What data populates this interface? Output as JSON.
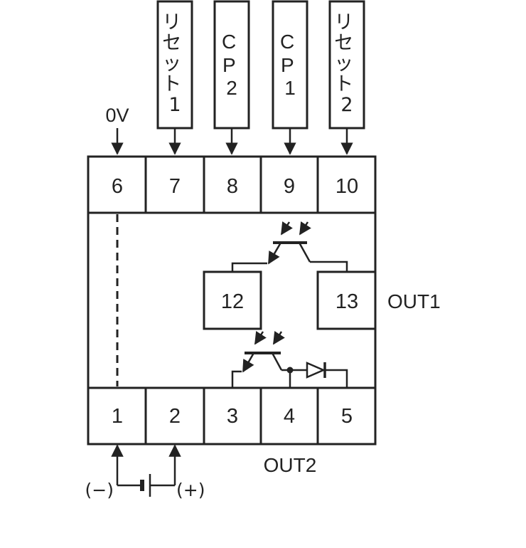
{
  "top_inputs": [
    {
      "lines": [
        "リ",
        "セ",
        "ッ",
        "ト",
        "1"
      ]
    },
    {
      "lines": [
        "C",
        "P",
        "2"
      ]
    },
    {
      "lines": [
        "C",
        "P",
        "1"
      ]
    },
    {
      "lines": [
        "リ",
        "セ",
        "ッ",
        "ト",
        "2"
      ]
    }
  ],
  "zero_v_label": "0V",
  "top_terminals": [
    "6",
    "7",
    "8",
    "9",
    "10"
  ],
  "inner_terminals": [
    "12",
    "13"
  ],
  "bottom_terminals": [
    "1",
    "2",
    "3",
    "4",
    "5"
  ],
  "out1_label": "OUT1",
  "out2_label": "OUT2",
  "supply_minus_label": "(−)",
  "supply_plus_label": "(+)"
}
